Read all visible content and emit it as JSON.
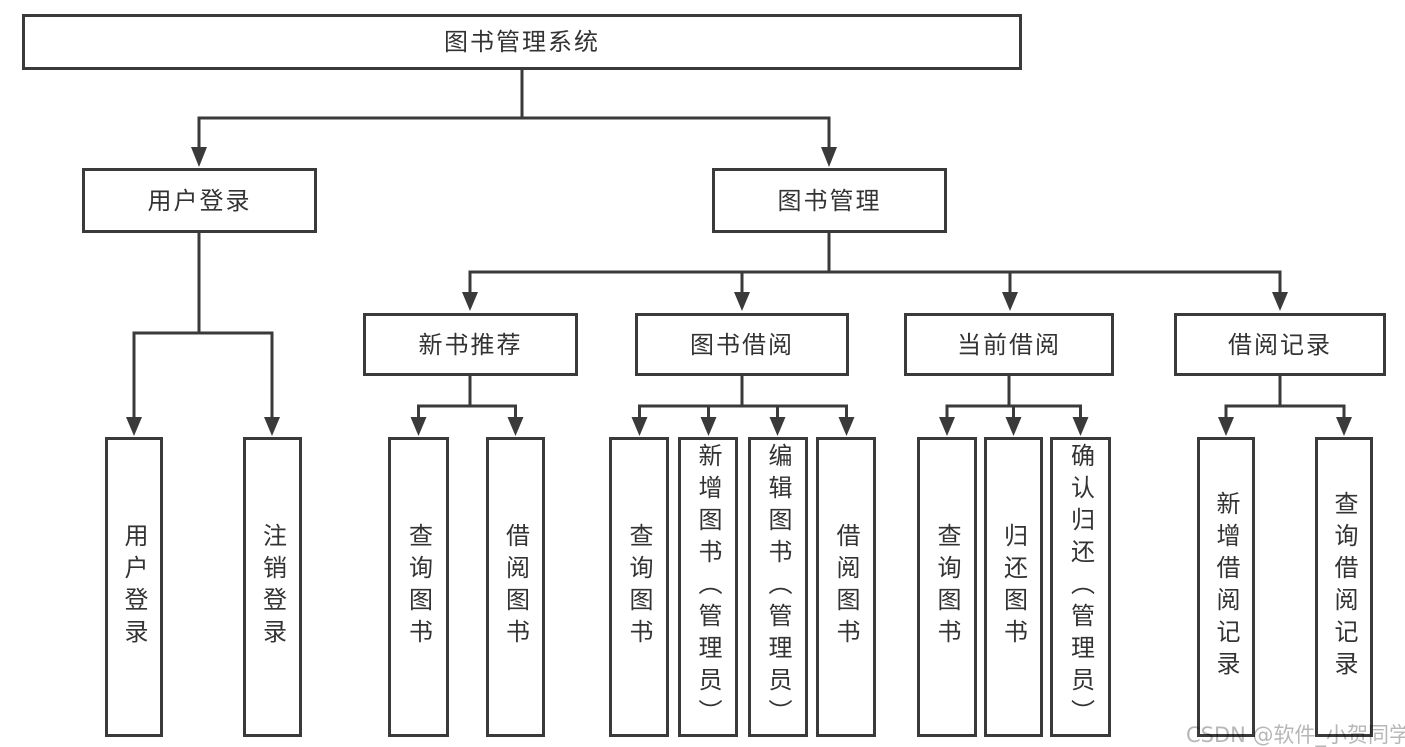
{
  "root": {
    "label": "图书管理系统"
  },
  "level2": [
    {
      "label": "用户登录"
    },
    {
      "label": "图书管理"
    }
  ],
  "level3": [
    {
      "label": "新书推荐"
    },
    {
      "label": "图书借阅"
    },
    {
      "label": "当前借阅"
    },
    {
      "label": "借阅记录"
    }
  ],
  "leaves": [
    {
      "label": "用户登录"
    },
    {
      "label": "注销登录"
    },
    {
      "label": "查询图书"
    },
    {
      "label": "借阅图书"
    },
    {
      "label": "查询图书"
    },
    {
      "label": "新增图书（管理员）"
    },
    {
      "label": "编辑图书（管理员）"
    },
    {
      "label": "借阅图书"
    },
    {
      "label": "查询图书"
    },
    {
      "label": "归还图书"
    },
    {
      "label": "确认归还（管理员）"
    },
    {
      "label": "新增借阅记录"
    },
    {
      "label": "查询借阅记录"
    }
  ],
  "watermark": {
    "text": "CSDN @软件_小贺同学"
  },
  "colors": {
    "line": "#3a3a3a",
    "text": "#333333",
    "box_fill": "#ffffff",
    "watermark": "#b7b7b7"
  }
}
